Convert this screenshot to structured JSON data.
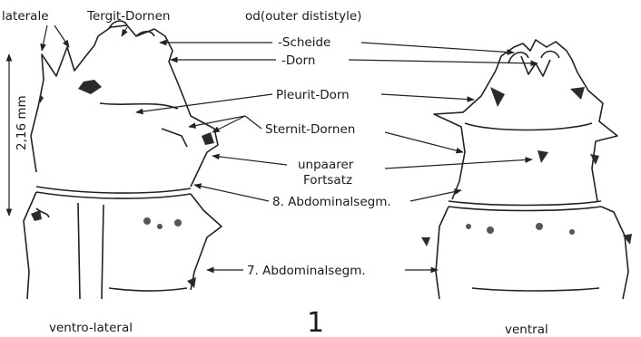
{
  "labels": {
    "laterale": "laterale",
    "tergit_dornen": "Tergit-Dornen",
    "od": "od(outer dististyle)",
    "scheide": "-Scheide",
    "dorn": "-Dorn",
    "pleurit_dorn": "Pleurit-Dorn",
    "sternit_dornen": "Sternit-Dornen",
    "unpaarer": "unpaarer",
    "fortsatz": "Fortsatz",
    "abd8": "8. Abdominalsegm.",
    "abd7": "7. Abdominalsegm.",
    "scale": "2,16 mm",
    "ventro_lateral": "ventro-lateral",
    "ventral": "ventral",
    "figure_number": "1"
  }
}
